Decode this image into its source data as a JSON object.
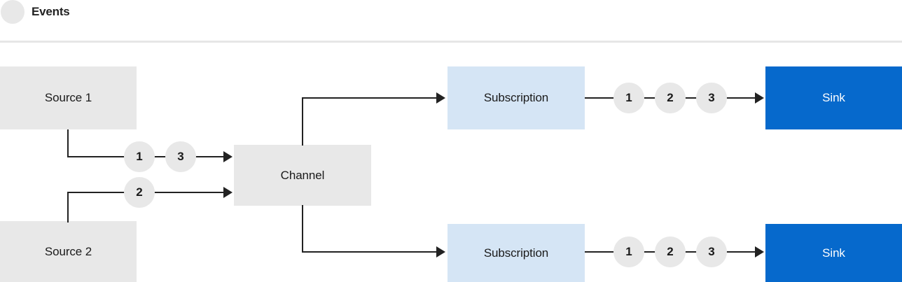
{
  "legend": {
    "marker_icon": "event-dot-icon",
    "label": "Events",
    "marker_color": "#e8e8e8"
  },
  "colors": {
    "source_fill": "#e8e8e8",
    "channel_fill": "#e8e8e8",
    "subscription_fill": "#d5e5f5",
    "sink_fill": "#0669cc",
    "sink_text": "#ffffff",
    "line": "#222222",
    "divider": "#e6e6e6",
    "token_fill": "#e8e8e8"
  },
  "diagram": {
    "sources": [
      {
        "label": "Source 1"
      },
      {
        "label": "Source 2"
      }
    ],
    "channel": {
      "label": "Channel"
    },
    "subscriptions": [
      {
        "label": "Subscription"
      },
      {
        "label": "Subscription"
      }
    ],
    "sinks": [
      {
        "label": "Sink"
      },
      {
        "label": "Sink"
      }
    ],
    "ingress_tokens": {
      "source1_events": [
        "1",
        "3"
      ],
      "source2_events": [
        "2"
      ]
    },
    "egress_tokens": {
      "subscription1_events": [
        "1",
        "2",
        "3"
      ],
      "subscription2_events": [
        "1",
        "2",
        "3"
      ]
    }
  }
}
